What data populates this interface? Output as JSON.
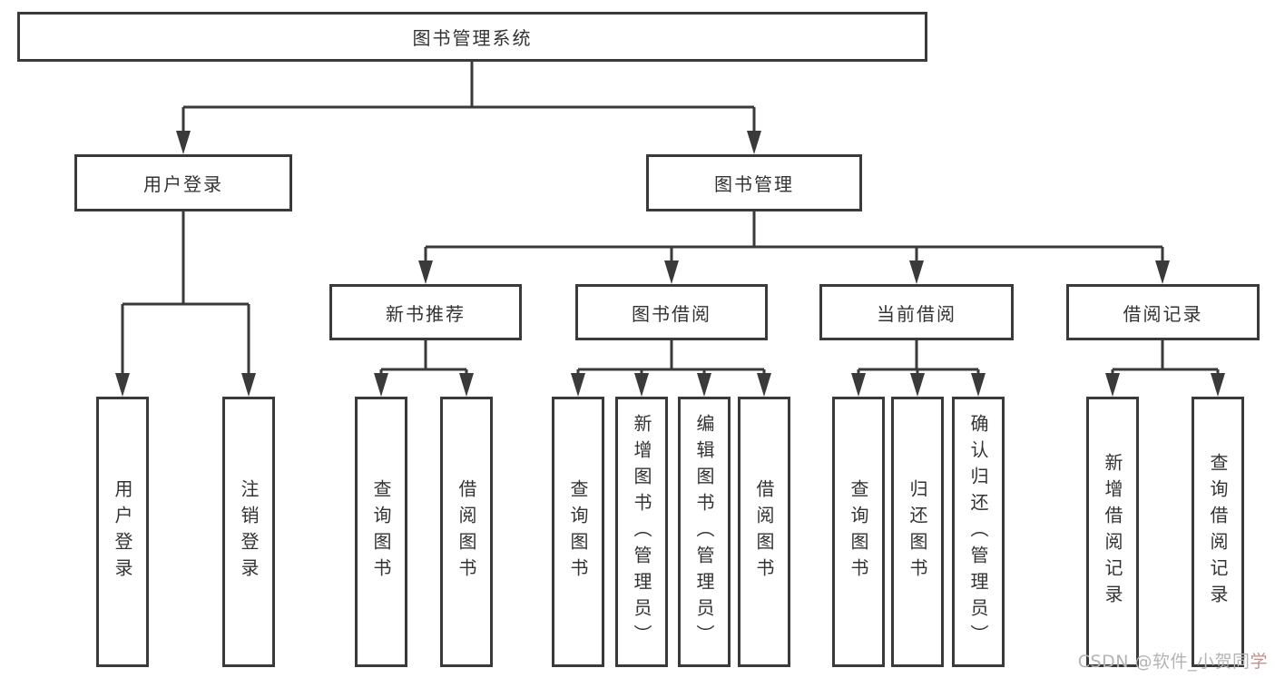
{
  "diagram": {
    "root": {
      "label": "图书管理系统"
    },
    "branches": [
      {
        "label": "用户登录",
        "children": [
          {
            "label": "用户登录"
          },
          {
            "label": "注销登录"
          }
        ]
      },
      {
        "label": "图书管理",
        "children": [
          {
            "label": "新书推荐",
            "children": [
              {
                "label": "查询图书"
              },
              {
                "label": "借阅图书"
              }
            ]
          },
          {
            "label": "图书借阅",
            "children": [
              {
                "label": "查询图书"
              },
              {
                "label": "新增图书（管理员）"
              },
              {
                "label": "编辑图书（管理员）"
              },
              {
                "label": "借阅图书"
              }
            ]
          },
          {
            "label": "当前借阅",
            "children": [
              {
                "label": "查询图书"
              },
              {
                "label": "归还图书"
              },
              {
                "label": "确认归还（管理员）"
              }
            ]
          },
          {
            "label": "借阅记录",
            "children": [
              {
                "label": "新增借阅记录"
              },
              {
                "label": "查询借阅记录"
              }
            ]
          }
        ]
      }
    ]
  },
  "watermark": {
    "prefix": "CSDN @软件_小贺同",
    "suffix": "学"
  },
  "colors": {
    "line": "#3a3a3a",
    "text": "#333333",
    "watermark_gray": "#b4b4b7",
    "watermark_accent": "#c48f8a"
  }
}
